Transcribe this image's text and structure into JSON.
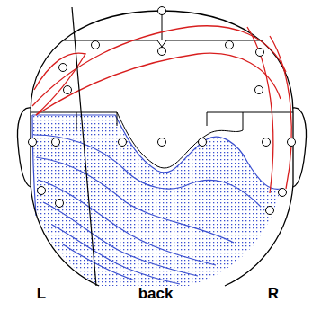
{
  "diagram": {
    "labels": [
      "L",
      "back",
      "R"
    ]
  }
}
